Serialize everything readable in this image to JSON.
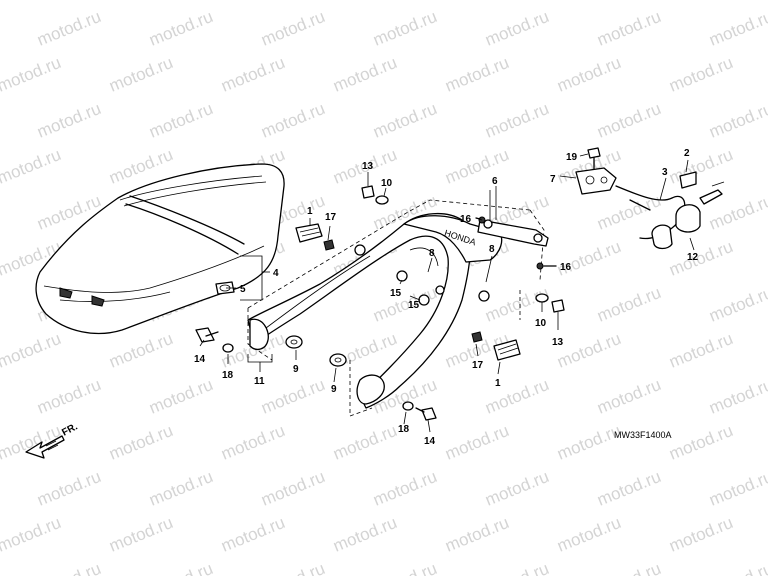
{
  "watermark": {
    "text": "motod.ru",
    "color": "#d4d4d4"
  },
  "diagram_code": "MW33F1400A",
  "direction_label": "FR.",
  "callouts": [
    {
      "id": "c1a",
      "text": "1"
    },
    {
      "id": "c17a",
      "text": "17"
    },
    {
      "id": "c4",
      "text": "4"
    },
    {
      "id": "c5",
      "text": "5"
    },
    {
      "id": "c13a",
      "text": "13"
    },
    {
      "id": "c10a",
      "text": "10"
    },
    {
      "id": "c6",
      "text": "6"
    },
    {
      "id": "c16a",
      "text": "16"
    },
    {
      "id": "c19",
      "text": "19"
    },
    {
      "id": "c7",
      "text": "7"
    },
    {
      "id": "c3",
      "text": "3"
    },
    {
      "id": "c2",
      "text": "2"
    },
    {
      "id": "c12",
      "text": "12"
    },
    {
      "id": "c16b",
      "text": "16"
    },
    {
      "id": "c8a",
      "text": "8"
    },
    {
      "id": "c8b",
      "text": "8"
    },
    {
      "id": "c15a",
      "text": "15"
    },
    {
      "id": "c15b",
      "text": "15"
    },
    {
      "id": "c10b",
      "text": "10"
    },
    {
      "id": "c13b",
      "text": "13"
    },
    {
      "id": "c14a",
      "text": "14"
    },
    {
      "id": "c18a",
      "text": "18"
    },
    {
      "id": "c11",
      "text": "11"
    },
    {
      "id": "c9a",
      "text": "9"
    },
    {
      "id": "c9b",
      "text": "9"
    },
    {
      "id": "c17b",
      "text": "17"
    },
    {
      "id": "c1b",
      "text": "1"
    },
    {
      "id": "c18b",
      "text": "18"
    },
    {
      "id": "c14b",
      "text": "14"
    }
  ]
}
